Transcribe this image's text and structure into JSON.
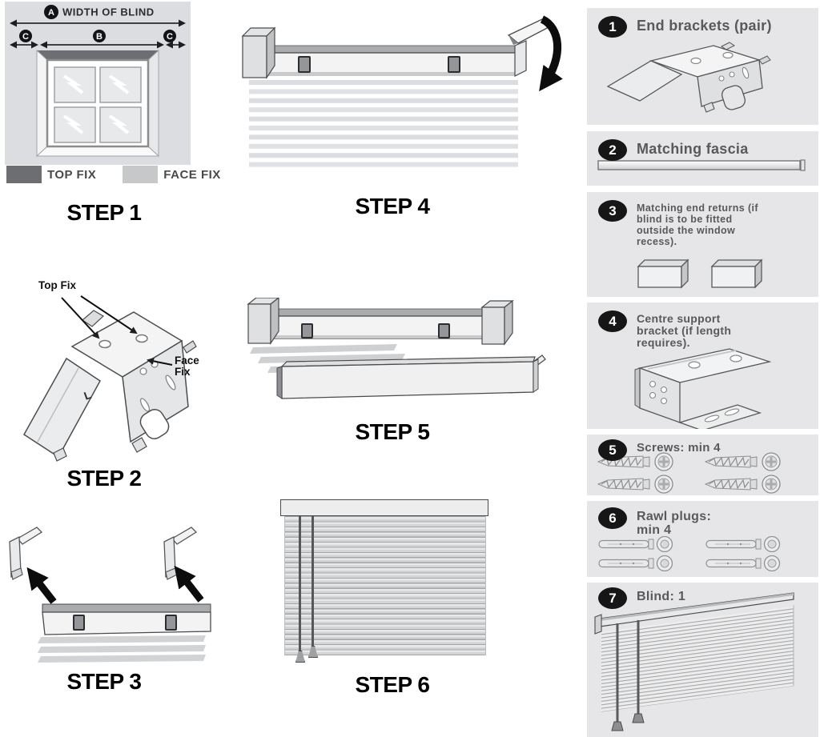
{
  "steps": {
    "step1": {
      "caption": "STEP 1",
      "width_label": "WIDTH OF BLIND",
      "badge_a": "A",
      "badge_b": "B",
      "badge_c": "C",
      "legend_top_fix": "TOP FIX",
      "legend_face_fix": "FACE FIX"
    },
    "step2": {
      "caption": "STEP 2",
      "top_fix_label": "Top Fix",
      "face_fix_label": "Face Fix",
      "bracket_mark": "L"
    },
    "step3": {
      "caption": "STEP 3"
    },
    "step4": {
      "caption": "STEP 4"
    },
    "step5": {
      "caption": "STEP 5"
    },
    "step6": {
      "caption": "STEP 6"
    }
  },
  "parts_list": {
    "items": [
      {
        "number": "1",
        "label": "End brackets (pair)"
      },
      {
        "number": "2",
        "label": "Matching fascia"
      },
      {
        "number": "3",
        "label": "Matching end returns (if blind is to be fitted outside the window recess)."
      },
      {
        "number": "4",
        "label": "Centre support bracket (if length requires)."
      },
      {
        "number": "5",
        "label": "Screws: min 4"
      },
      {
        "number": "6",
        "label": "Rawl plugs: min 4"
      },
      {
        "number": "7",
        "label": "Blind: 1"
      }
    ]
  },
  "colors": {
    "top_fix_swatch": "#6d6e71",
    "face_fix_swatch": "#c7c8ca",
    "panel_background": "#e6e6e8",
    "badge_background": "#161616",
    "sidebar_label_text": "#58595b",
    "diagram_background": "#dcdde0"
  }
}
